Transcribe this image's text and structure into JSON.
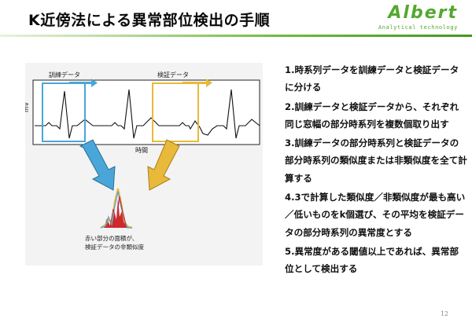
{
  "header": {
    "title": "K近傍法による異常部位検出の手順",
    "logo_text": "Albert",
    "logo_subtext": "Analytical technology"
  },
  "figure": {
    "training_label": "訓練データ",
    "validation_label": "検証データ",
    "y_axis_label": "mV",
    "x_axis_label": "時間",
    "caption_line1": "赤い部分の面積が、",
    "caption_line2": "検証データの非類似度"
  },
  "steps": [
    "1.時系列データを訓練データと検証データに分ける",
    "2.訓練データと検証データから、それぞれ同じ窓幅の部分時系列を複数個取り出す",
    "3.訓練データの部分時系列と検証データの部分時系列の類似度または非類似度を全て計算する",
    "4.3で計算した類似度／非類似度が最も高い／低いものをk個選び、その平均を検証データの部分時系列の異常度とする",
    "5.異常度がある閾値以上であれば、異常部位として検出する"
  ],
  "page_number": "12",
  "colors": {
    "accent_green": "#52a92e",
    "training_blue": "#4aa6d8",
    "validation_yellow": "#e8b93a",
    "anomaly_red": "#d0282c"
  }
}
